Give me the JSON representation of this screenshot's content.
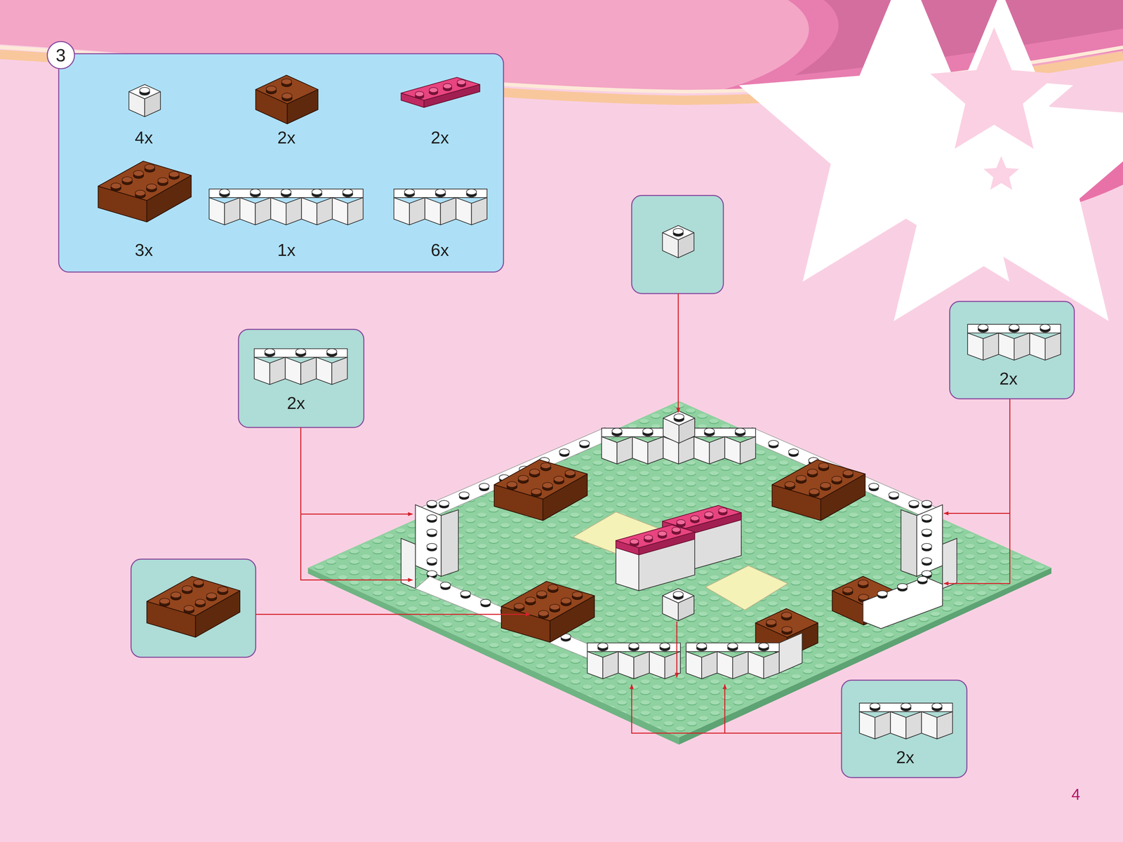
{
  "diagram": {
    "nodes": [
      {
        "text": [
          "3"
        ]
      },
      {
        "text": [
          "4x",
          "2x",
          "2x",
          "3x",
          "1x",
          "6x"
        ]
      },
      {
        "text": [
          "2x"
        ]
      },
      {
        "text": [
          "2x"
        ]
      },
      {
        "text": [
          "2x"
        ]
      }
    ],
    "labels": [
      "4"
    ]
  }
}
